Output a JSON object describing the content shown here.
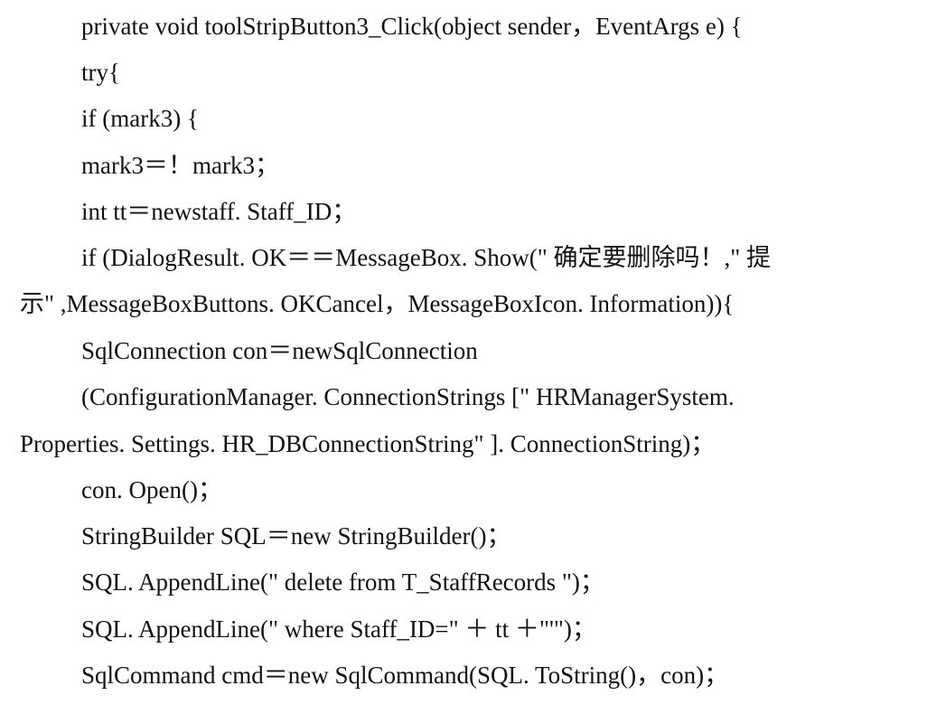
{
  "code_lines": [
    "private void toolStripButton3_Click(object sender，EventArgs e) {",
    "try{",
    "if (mark3) {",
    "mark3＝！mark3；",
    "int tt＝newstaff. Staff_ID；",
    "if (DialogResult. OK＝＝MessageBox. Show(\" 确定要删除吗！,\" 提",
    "示\" ,MessageBoxButtons. OKCancel，MessageBoxIcon. Information)){",
    "SqlConnection con＝newSqlConnection",
    "(ConfigurationManager. ConnectionStrings [\"  HRManagerSystem.",
    "Properties. Settings. HR_DBConnectionString\" ]. ConnectionString)；",
    "con. Open()；",
    "StringBuilder SQL＝new StringBuilder()；",
    "SQL. AppendLine(\"  delete from T_StaffRecords \")；",
    "SQL. AppendLine(\"  where Staff_ID=\"  ＋ tt ＋\"'\")；",
    "SqlCommand cmd＝new SqlCommand(SQL. ToString()，con)；"
  ]
}
